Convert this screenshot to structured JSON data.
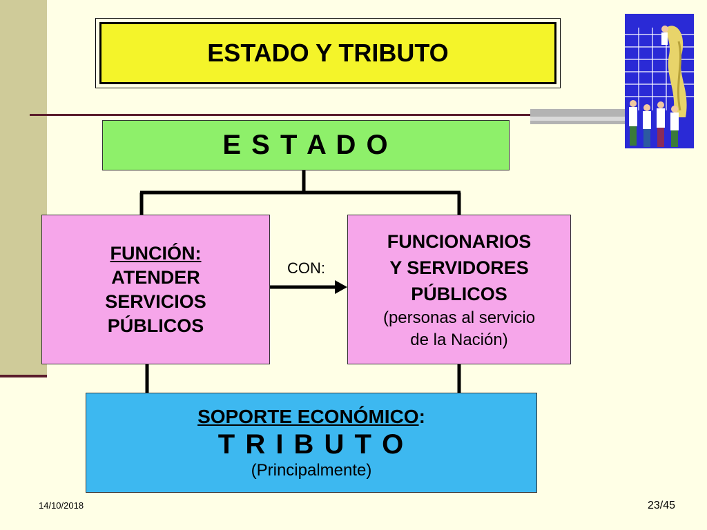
{
  "title": "ESTADO Y TRIBUTO",
  "estado": "E S T A D O",
  "funcion": {
    "heading": "FUNCIÓN:",
    "lines": [
      "ATENDER",
      "SERVICIOS",
      "PÚBLICOS"
    ]
  },
  "connector_label": "CON:",
  "funcionarios": {
    "lines": [
      "FUNCIONARIOS",
      "Y SERVIDORES",
      "PÚBLICOS"
    ],
    "sub_lines": [
      "(personas al servicio",
      "de la Nación)"
    ]
  },
  "soporte": {
    "heading": "SOPORTE ECONÓMICO",
    "colon": ":",
    "tributo": "T R I B U T O",
    "note": "(Principalmente)"
  },
  "footer": {
    "date": "14/10/2018",
    "page": "23/45"
  },
  "colors": {
    "background": "#ffffe6",
    "title_fill": "#f4f42a",
    "estado_fill": "#8ef06a",
    "pink_fill": "#f6a6ea",
    "blue_fill": "#3db8f0"
  },
  "icons": [
    "business-people-graph-clipart-icon",
    "arrow-right-icon"
  ]
}
